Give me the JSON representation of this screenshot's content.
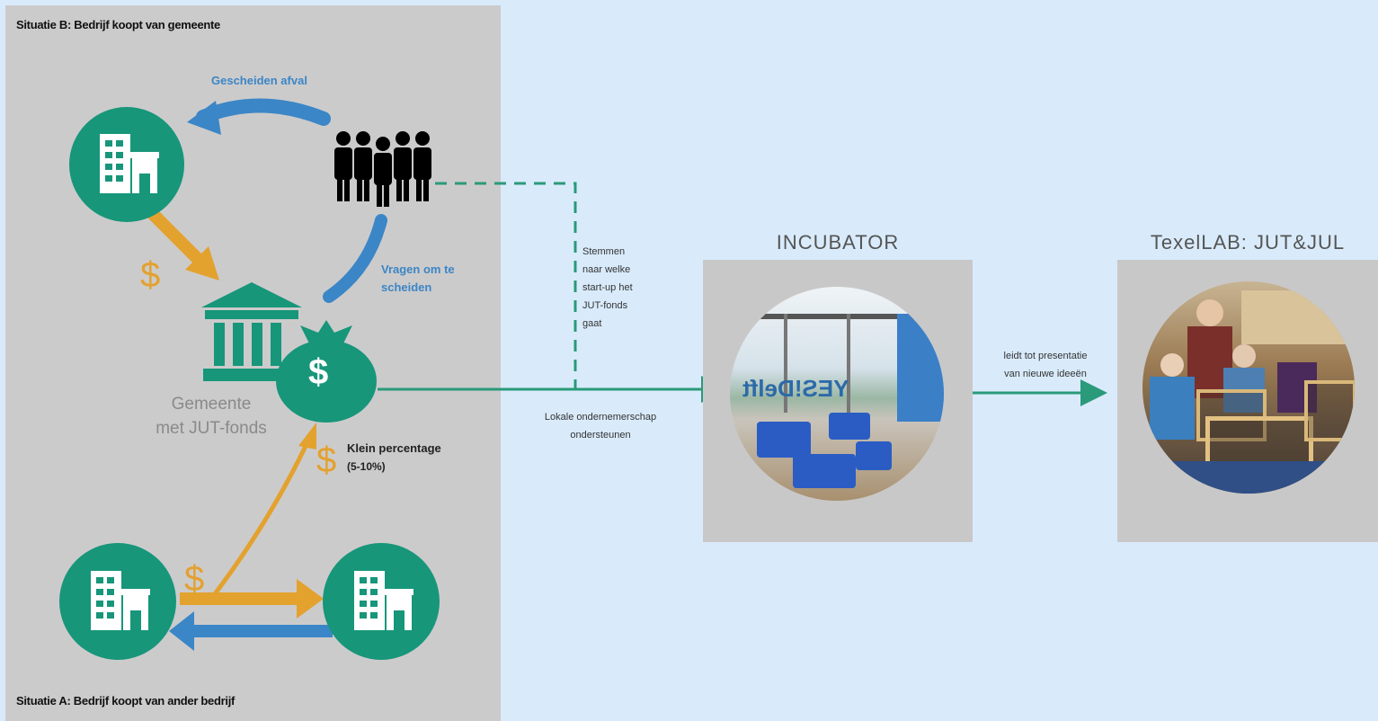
{
  "situation_b": {
    "title": "Situatie B: Bedrijf koopt van gemeente"
  },
  "situation_a": {
    "title": "Situatie A: Bedrijf koopt van ander bedrijf"
  },
  "labels": {
    "separated_waste": "Gescheiden afval",
    "ask_to_separate": [
      "Vragen om te",
      "scheiden"
    ],
    "municipality": [
      "Gemeente",
      "met JUT-fonds"
    ],
    "small_percentage": [
      "Klein percentage",
      "(5-10%)"
    ],
    "vote": [
      "Stemmen",
      "naar welke",
      "start-up het",
      "JUT-fonds",
      "gaat"
    ],
    "support_local": [
      "Lokale ondernemerschap",
      "ondersteunen"
    ],
    "leads_to": [
      "leidt tot presentatie",
      "van nieuwe ideeën"
    ]
  },
  "symbols": {
    "dollar": "$"
  },
  "boxes": {
    "incubator": {
      "title": "INCUBATOR",
      "photo_sign": "YES!Delft"
    },
    "texellab": {
      "title": "TexelLAB: JUT&JUL"
    }
  },
  "colors": {
    "background": "#d9ebfb",
    "panel": "#cccbcb",
    "teal": "#17967a",
    "orange": "#e3a12e",
    "blue": "#3b86c6",
    "arrow_green": "#2a9a7a"
  },
  "icons": [
    "building-icon",
    "people-group-icon",
    "bank-icon",
    "money-bag-icon",
    "dollar-icon"
  ]
}
